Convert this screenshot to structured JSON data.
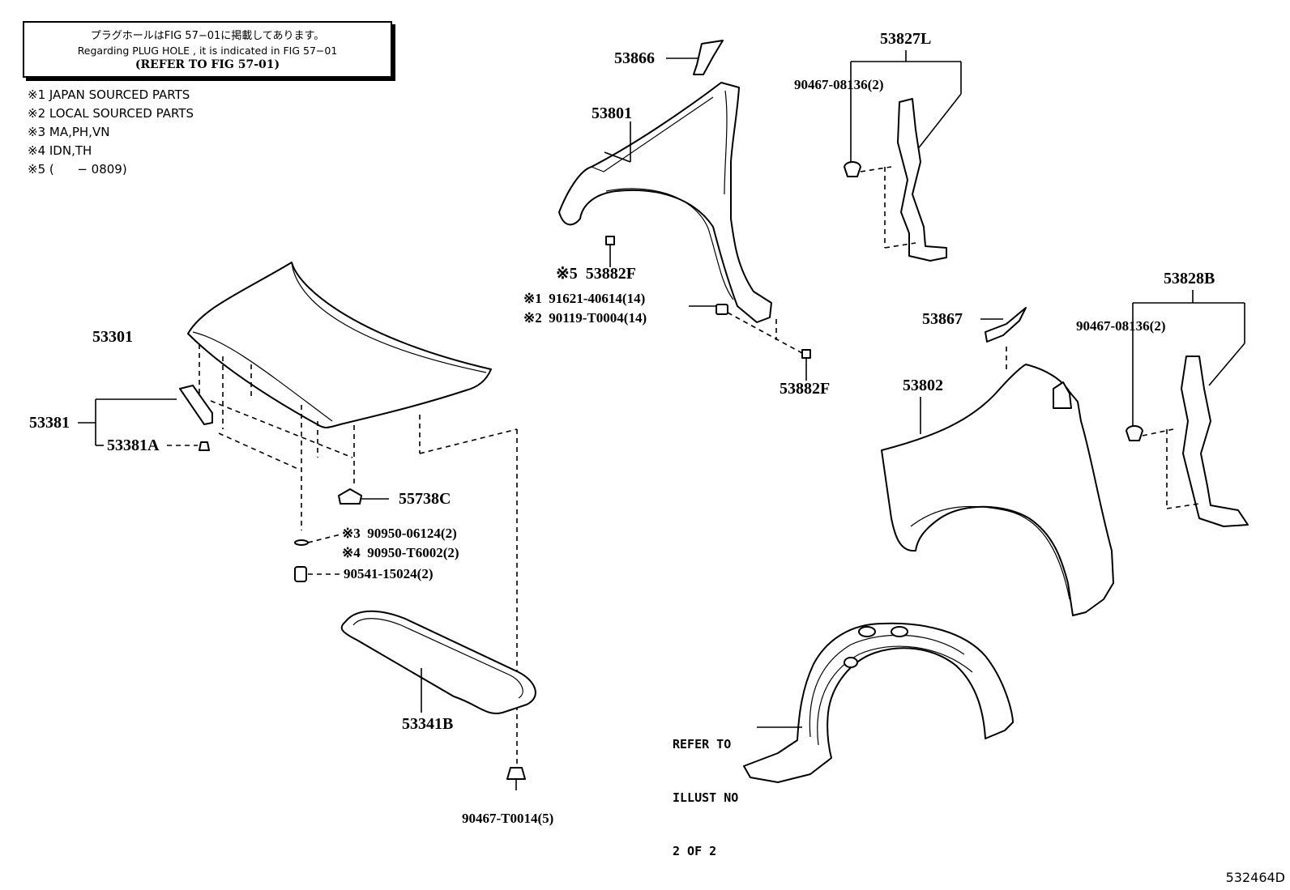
{
  "notice": {
    "line1": "プラグホールはFIG 57−01に掲載してあります。",
    "line2": "Regarding  PLUG  HOLE , it is indicated in FIG  57−01",
    "line3": "(REFER TO FIG 57-01)"
  },
  "notes": [
    "※1 JAPAN SOURCED PARTS",
    "※2 LOCAL SOURCED PARTS",
    "※3 MA,PH,VN",
    "※4 IDN,TH",
    "※5 (      − 0809)"
  ],
  "parts": {
    "p53866": "53866",
    "p53801": "53801",
    "p53827L": "53827L",
    "p90467a": "90467-08136(2)",
    "p53882F_1": "※5  53882F",
    "p91621": "※1  91621-40614(14)",
    "p90119": "※2  90119-T0004(14)",
    "p53882F_2": "53882F",
    "p53301": "53301",
    "p53381": "53381",
    "p53381A": "53381A",
    "p55738C": "55738C",
    "p90950a": "※3  90950-06124(2)",
    "p90950b": "※4  90950-T6002(2)",
    "p90541": "90541-15024(2)",
    "p53341B": "53341B",
    "p90467T": "90467-T0014(5)",
    "p53867": "53867",
    "p53802": "53802",
    "p53828B": "53828B",
    "p90467b": "90467-08136(2)"
  },
  "refer": {
    "line1": "REFER TO",
    "line2": "ILLUST NO",
    "line3": "2 OF 2"
  },
  "figure_id": "532464D"
}
